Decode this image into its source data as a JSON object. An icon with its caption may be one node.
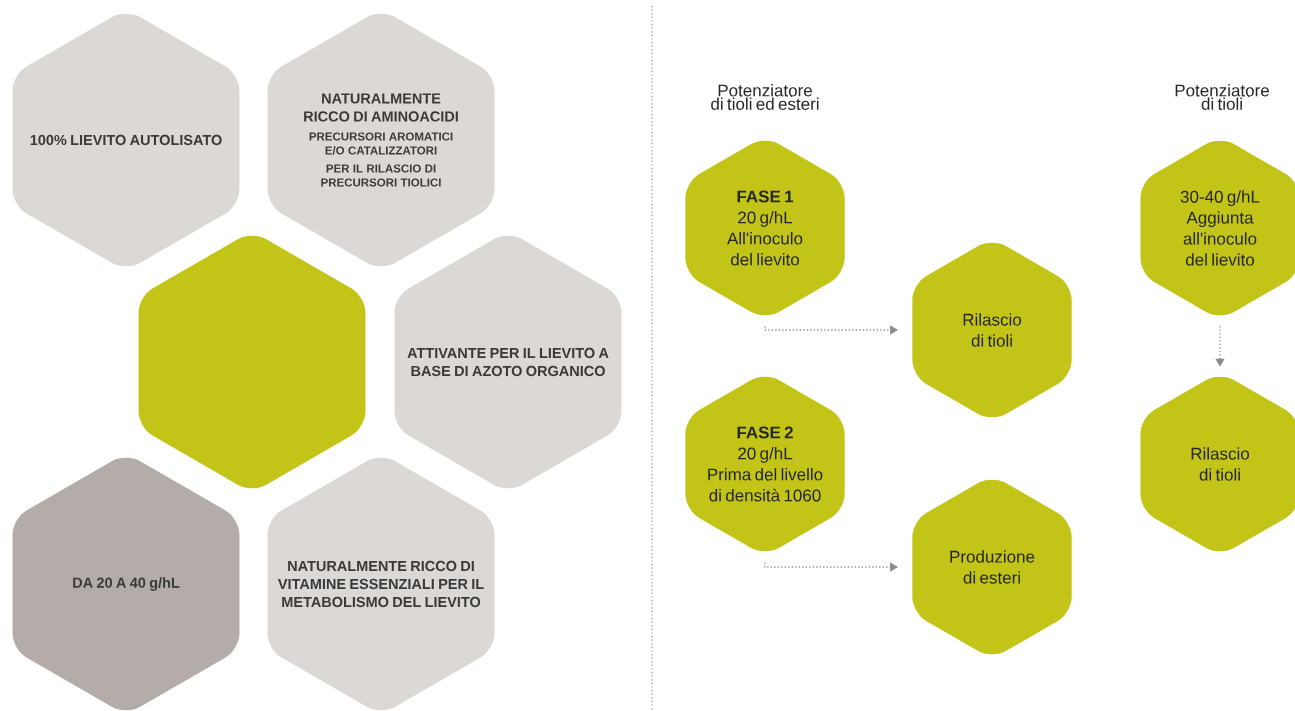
{
  "diagram": {
    "nodes": [
      {
        "text": [
          "100% LIEVITO AUTOLISATO"
        ]
      },
      {
        "text": [
          "NATURALMENTE RICCO DI AMINOACIDI",
          "PRECURSORI AROMATICI E/O CATALIZZATORI",
          "PER IL RILASCIO DI PRECURSORI TIOLICI"
        ]
      },
      {
        "text": [],
        "shape": "hexagon"
      },
      {
        "text": [
          "ATTIVANTE PER IL LIEVITO A BASE DI AZOTO ORGANICO"
        ]
      },
      {
        "text": [
          "DA 20 A 40 g/hL"
        ]
      },
      {
        "text": [
          "NATURALMENTE RICCO DI VITAMINE ESSENZIALI PER IL METABOLISMO DEL LIEVITO"
        ]
      },
      {
        "text": [
          "FASE 1",
          "20 g/hL",
          "All'inoculo del lievito"
        ]
      },
      {
        "text": [
          "Rilascio di tioli"
        ]
      },
      {
        "text": [
          "FASE 2",
          "20 g/hL",
          "Prima del livello di densità 1060"
        ]
      },
      {
        "text": [
          "Produzione di esteri"
        ]
      },
      {
        "text": [
          "30-40 g/hL",
          "Aggiunta all'inoculo del lievito"
        ]
      },
      {
        "text": [
          "Rilascio di tioli"
        ]
      }
    ],
    "edges": [
      {
        "from": 6,
        "to": 7,
        "arrow": "to"
      },
      {
        "from": 8,
        "to": 9,
        "arrow": "to"
      },
      {
        "from": 10,
        "to": 11,
        "arrow": "to"
      }
    ],
    "labels": [
      "Potenziatore di tioli ed esteri",
      "Potenziatore di tioli"
    ]
  }
}
